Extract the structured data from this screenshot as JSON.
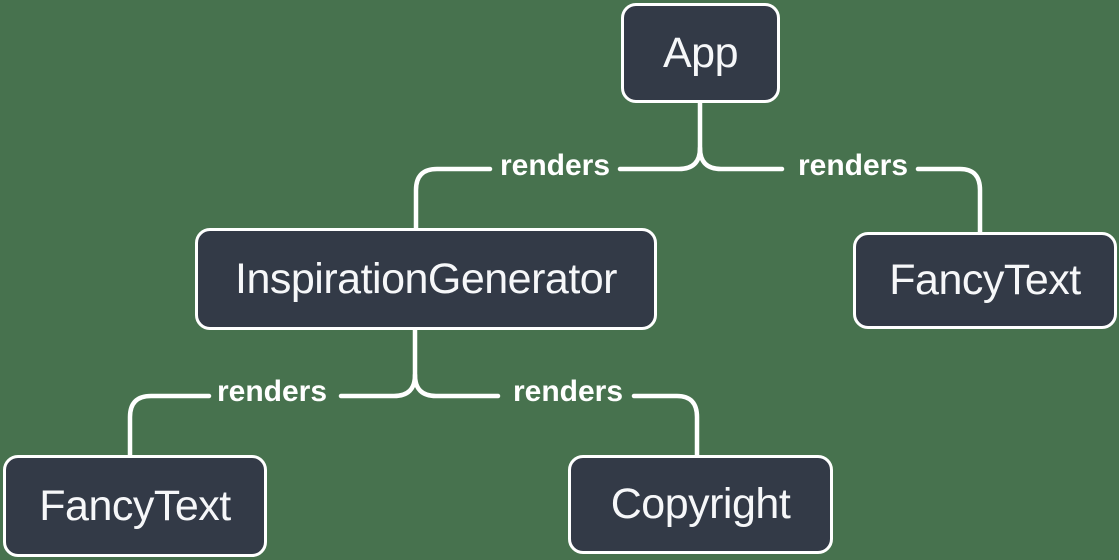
{
  "diagram": {
    "type": "component-render-tree",
    "colors": {
      "background": "#47724E",
      "node_fill": "#333A47",
      "node_border": "#FFFFFF",
      "node_text": "#F6F7F9",
      "edge_line": "#FFFFFF",
      "edge_label_text": "#FFFFFF"
    },
    "nodes": [
      {
        "id": "app",
        "label": "App"
      },
      {
        "id": "inspiration-generator",
        "label": "InspirationGenerator"
      },
      {
        "id": "fancy-text-top",
        "label": "FancyText"
      },
      {
        "id": "fancy-text-bottom",
        "label": "FancyText"
      },
      {
        "id": "copyright",
        "label": "Copyright"
      }
    ],
    "edges": [
      {
        "from": "App",
        "to": "InspirationGenerator",
        "label": "renders"
      },
      {
        "from": "App",
        "to": "FancyText",
        "label": "renders"
      },
      {
        "from": "InspirationGenerator",
        "to": "FancyText",
        "label": "renders"
      },
      {
        "from": "InspirationGenerator",
        "to": "Copyright",
        "label": "renders"
      }
    ]
  }
}
